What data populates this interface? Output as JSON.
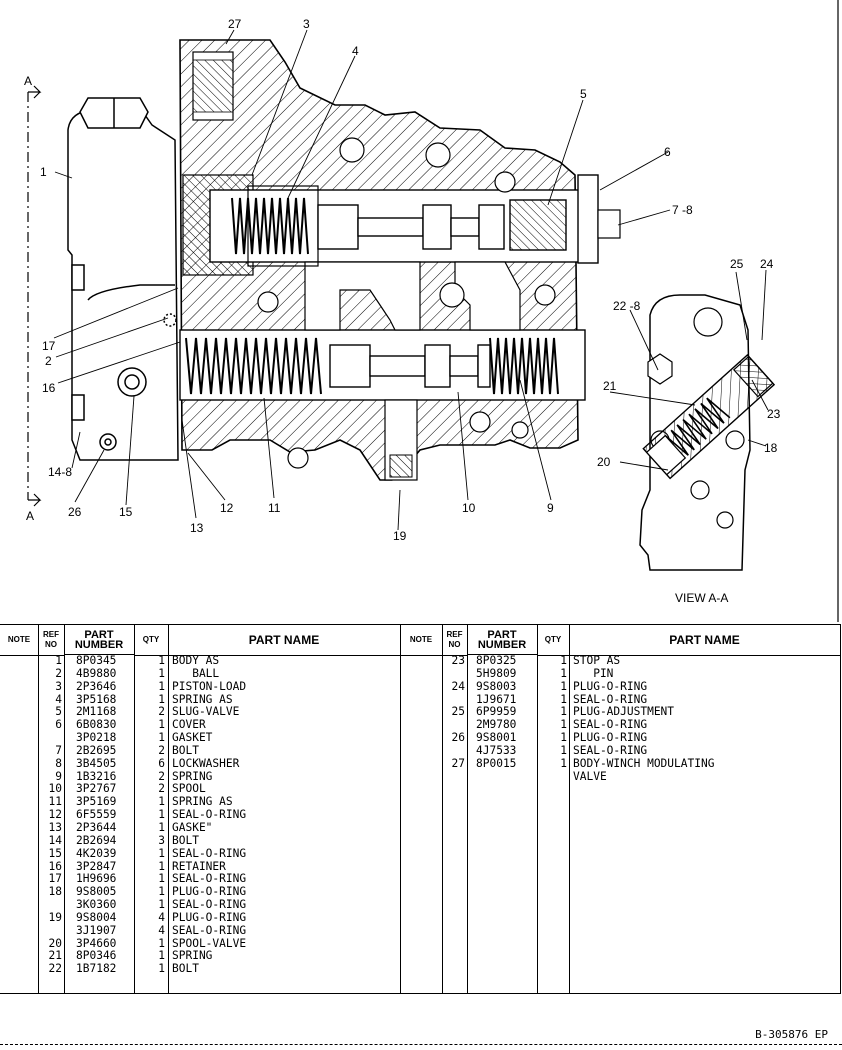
{
  "drawing": {
    "section_mark": "A",
    "view_label": "VIEW A-A",
    "callouts": [
      "1",
      "2",
      "3",
      "4",
      "5",
      "6",
      "7 -8",
      "9",
      "10",
      "11",
      "12",
      "13",
      "14-8",
      "15",
      "16",
      "17",
      "18",
      "19",
      "20",
      "21",
      "22 -8",
      "23",
      "24",
      "25",
      "26",
      "27"
    ]
  },
  "table": {
    "headers": {
      "note": "NOTE",
      "ref": "REF NO",
      "part_number": "PART NUMBER",
      "qty": "QTY",
      "part_name": "PART NAME"
    },
    "left_rows": [
      {
        "ref": "1",
        "pn": "8P0345",
        "qty": "1",
        "name": "BODY AS"
      },
      {
        "ref": "2",
        "pn": "4B9880",
        "qty": "1",
        "name": "   BALL"
      },
      {
        "ref": "3",
        "pn": "2P3646",
        "qty": "1",
        "name": "PISTON-LOAD"
      },
      {
        "ref": "4",
        "pn": "3P5168",
        "qty": "1",
        "name": "SPRING AS"
      },
      {
        "ref": "5",
        "pn": "2M1168",
        "qty": "2",
        "name": "SLUG-VALVE"
      },
      {
        "ref": "6",
        "pn": "6B0830",
        "qty": "1",
        "name": "COVER"
      },
      {
        "ref": "",
        "pn": "3P0218",
        "qty": "1",
        "name": "GASKET"
      },
      {
        "ref": "7",
        "pn": "2B2695",
        "qty": "2",
        "name": "BOLT"
      },
      {
        "ref": "8",
        "pn": "3B4505",
        "qty": "6",
        "name": "LOCKWASHER"
      },
      {
        "ref": "9",
        "pn": "1B3216",
        "qty": "2",
        "name": "SPRING"
      },
      {
        "ref": "10",
        "pn": "3P2767",
        "qty": "2",
        "name": "SPOOL"
      },
      {
        "ref": "11",
        "pn": "3P5169",
        "qty": "1",
        "name": "SPRING AS"
      },
      {
        "ref": "12",
        "pn": "6F5559",
        "qty": "1",
        "name": "SEAL-O-RING"
      },
      {
        "ref": "13",
        "pn": "2P3644",
        "qty": "1",
        "name": "GASKE\""
      },
      {
        "ref": "14",
        "pn": "2B2694",
        "qty": "3",
        "name": "BOLT"
      },
      {
        "ref": "15",
        "pn": "4K2039",
        "qty": "1",
        "name": "SEAL-O-RING"
      },
      {
        "ref": "16",
        "pn": "3P2847",
        "qty": "1",
        "name": "RETAINER"
      },
      {
        "ref": "17",
        "pn": "1H9696",
        "qty": "1",
        "name": "SEAL-O-RING"
      },
      {
        "ref": "18",
        "pn": "9S8005",
        "qty": "1",
        "name": "PLUG-O-RING"
      },
      {
        "ref": "",
        "pn": "3K0360",
        "qty": "1",
        "name": "SEAL-O-RING"
      },
      {
        "ref": "19",
        "pn": "9S8004",
        "qty": "4",
        "name": "PLUG-O-RING"
      },
      {
        "ref": "",
        "pn": "3J1907",
        "qty": "4",
        "name": "SEAL-O-RING"
      },
      {
        "ref": "20",
        "pn": "3P4660",
        "qty": "1",
        "name": "SPOOL-VALVE"
      },
      {
        "ref": "21",
        "pn": "8P0346",
        "qty": "1",
        "name": "SPRING"
      },
      {
        "ref": "22",
        "pn": "1B7182",
        "qty": "1",
        "name": "BOLT"
      }
    ],
    "right_rows": [
      {
        "ref": "23",
        "pn": "8P0325",
        "qty": "1",
        "name": "STOP AS"
      },
      {
        "ref": "",
        "pn": "5H9809",
        "qty": "1",
        "name": "   PIN"
      },
      {
        "ref": "24",
        "pn": "9S8003",
        "qty": "1",
        "name": "PLUG-O-RING"
      },
      {
        "ref": "",
        "pn": "1J9671",
        "qty": "1",
        "name": "SEAL-O-RING"
      },
      {
        "ref": "25",
        "pn": "6P9959",
        "qty": "1",
        "name": "PLUG-ADJUSTMENT"
      },
      {
        "ref": "",
        "pn": "2M9780",
        "qty": "1",
        "name": "SEAL-O-RING"
      },
      {
        "ref": "26",
        "pn": "9S8001",
        "qty": "1",
        "name": "PLUG-O-RING"
      },
      {
        "ref": "",
        "pn": "4J7533",
        "qty": "1",
        "name": "SEAL-O-RING"
      },
      {
        "ref": "27",
        "pn": "8P0015",
        "qty": "1",
        "name": "BODY-WINCH MODULATING"
      },
      {
        "ref": "",
        "pn": "",
        "qty": "",
        "name": "VALVE"
      }
    ]
  },
  "doc_id": "B-305876 EP"
}
